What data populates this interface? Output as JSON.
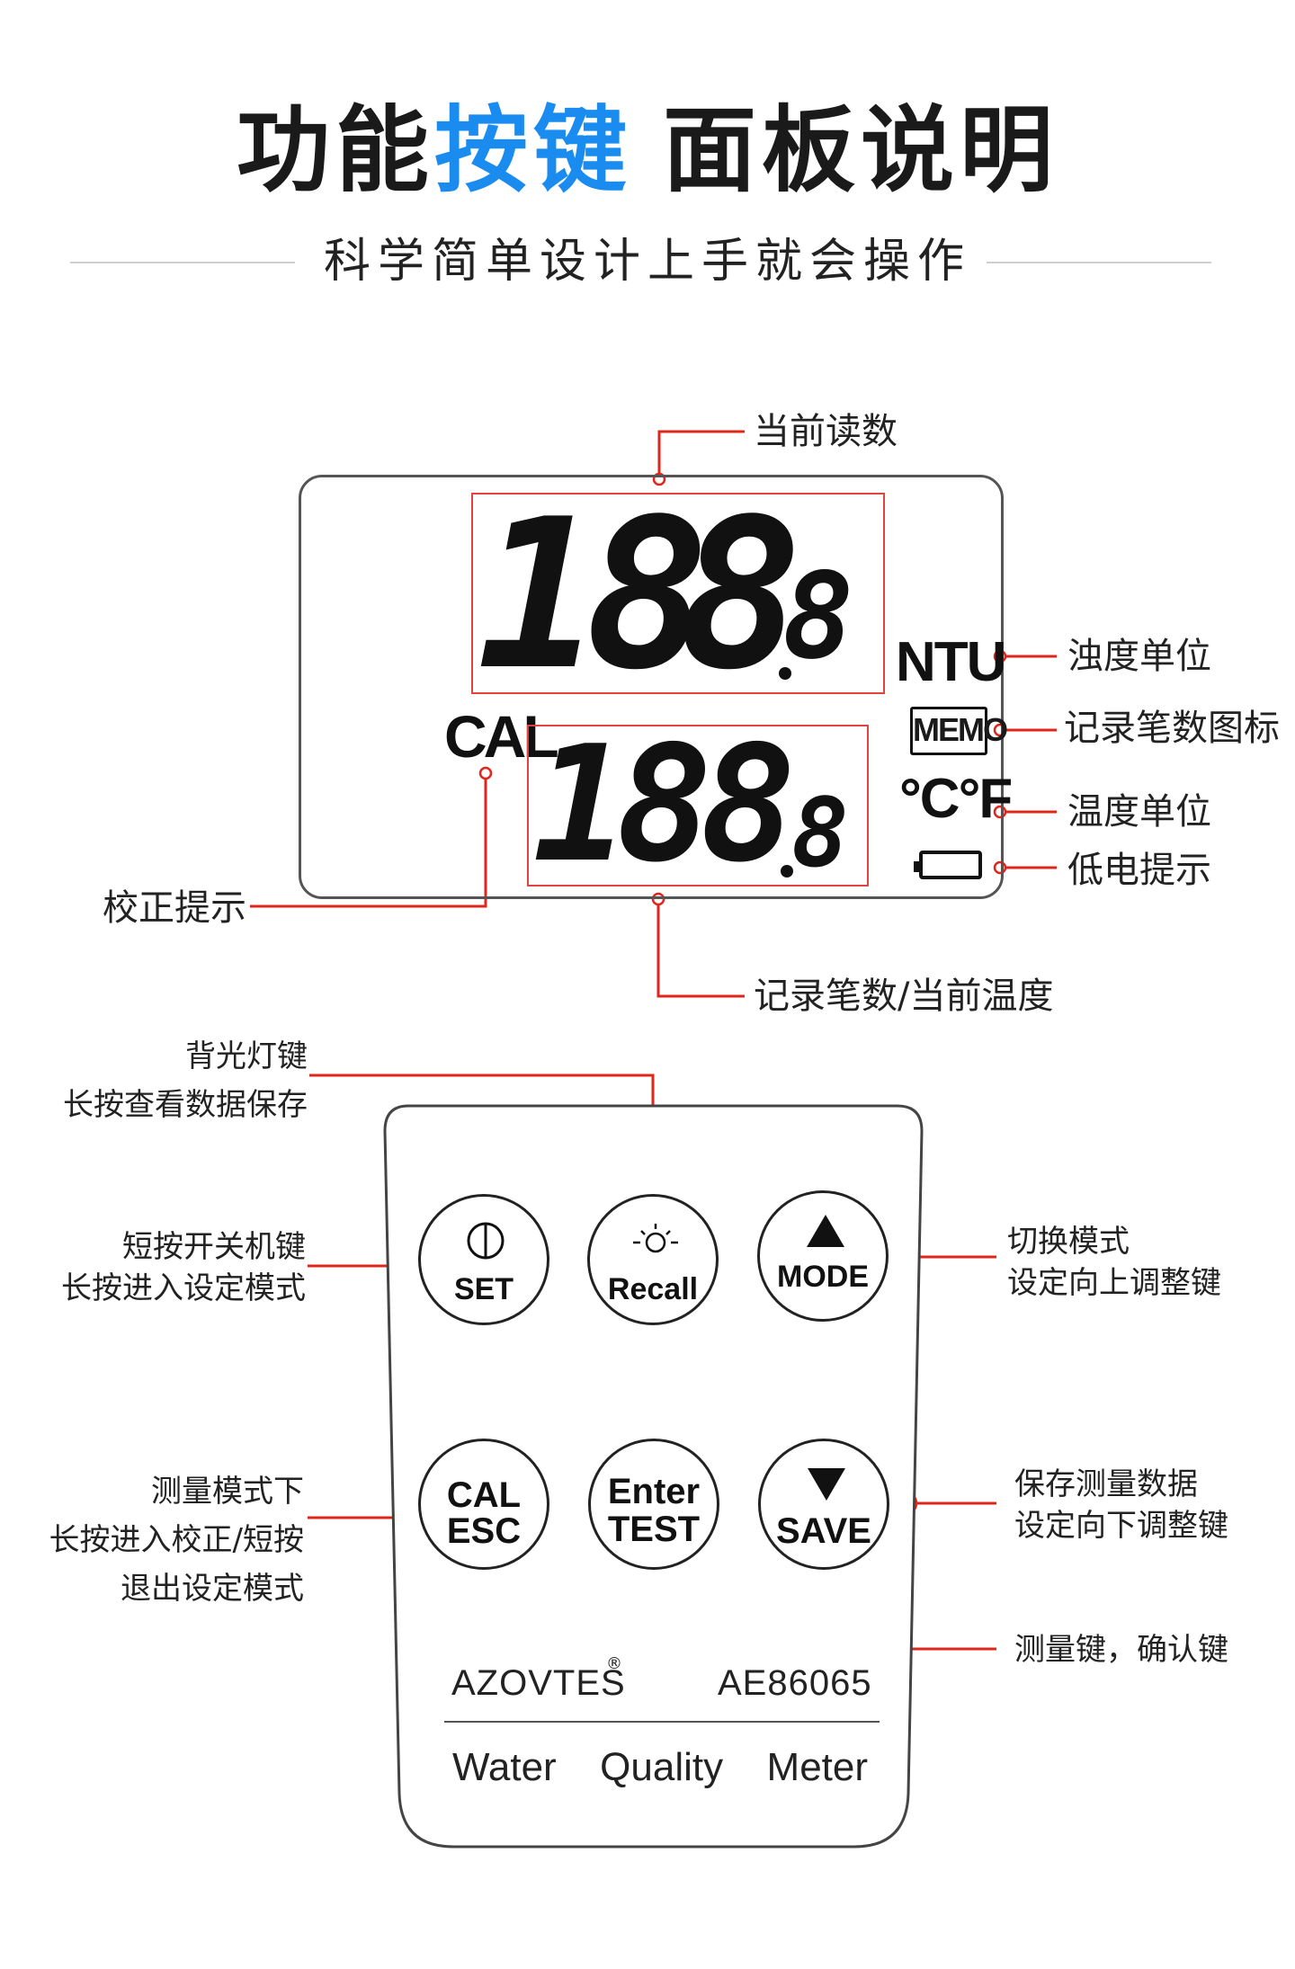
{
  "title": {
    "part1": "功能",
    "part2": "按键",
    "part3": "面板说明"
  },
  "subtitle": "科学简单设计上手就会操作",
  "lcd": {
    "main_digits": "18",
    "main_digit_last": "8",
    "main_decimal": "8",
    "ntu": "NTU",
    "cal": "CAL",
    "sub_digits": "188",
    "sub_decimal": "8",
    "memo": "MEMO",
    "temp_unit": "°C°F"
  },
  "callouts": {
    "current_reading": "当前读数",
    "turbidity_unit": "浊度单位",
    "memo_icon": "记录笔数图标",
    "temp_unit": "温度单位",
    "low_battery": "低电提示",
    "calibration": "校正提示",
    "record_temp": "记录笔数/当前温度",
    "backlight": [
      "背光灯键",
      "长按查看数据保存"
    ],
    "set": [
      "短按开关机键",
      "长按进入设定模式"
    ],
    "mode": [
      "切换模式",
      "设定向上调整键"
    ],
    "cal_esc": [
      "测量模式下",
      "长按进入校正/短按",
      "退出设定模式"
    ],
    "save": [
      "保存测量数据",
      "设定向下调整键"
    ],
    "test": "测量键，确认键"
  },
  "keys": {
    "set": "SET",
    "recall": "Recall",
    "mode": "MODE",
    "cal": "CAL",
    "esc": "ESC",
    "enter": "Enter",
    "test": "TEST",
    "save": "SAVE"
  },
  "meter": {
    "brand": "AZOVTES",
    "registered": "®",
    "model": "AE86065",
    "product": "Water  Quality  Meter"
  },
  "colors": {
    "accent": "#1a8cf0",
    "callout_line": "#e0251b",
    "box": "#e0443b"
  }
}
